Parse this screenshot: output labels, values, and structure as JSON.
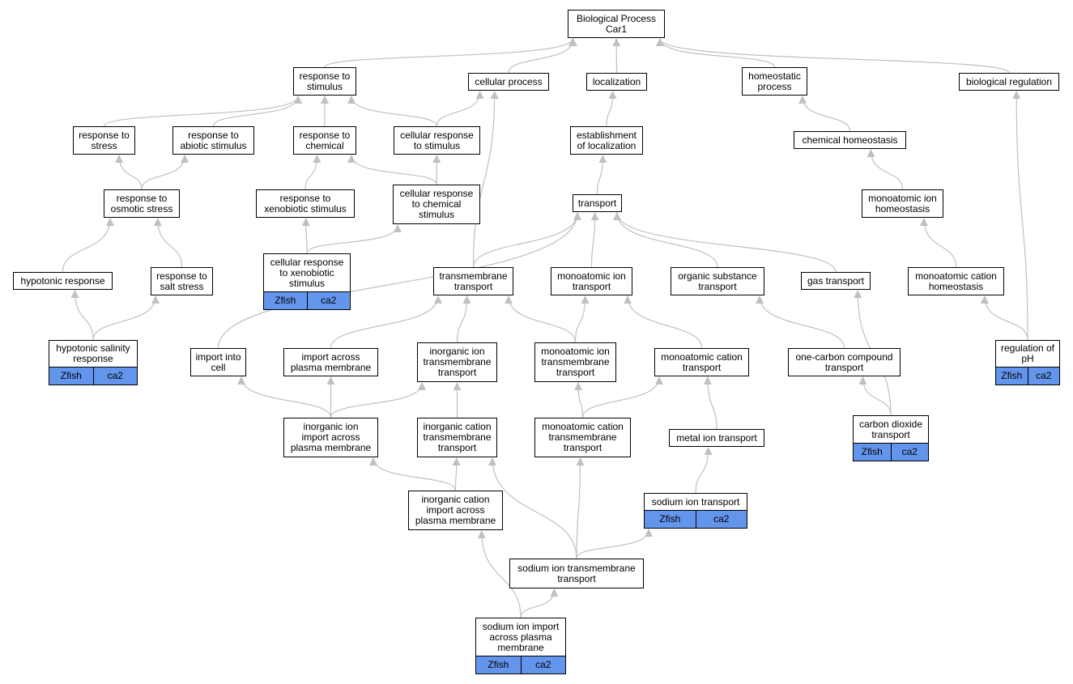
{
  "nodes": {
    "n_root": {
      "label": "Biological Process\nCar1",
      "tags": []
    },
    "n_resp_stim": {
      "label": "response to\nstimulus",
      "tags": []
    },
    "n_cell_proc": {
      "label": "cellular process",
      "tags": []
    },
    "n_localization": {
      "label": "localization",
      "tags": []
    },
    "n_homeostatic": {
      "label": "homeostatic\nprocess",
      "tags": []
    },
    "n_bio_reg": {
      "label": "biological regulation",
      "tags": []
    },
    "n_resp_stress": {
      "label": "response to\nstress",
      "tags": []
    },
    "n_resp_abiotic": {
      "label": "response to\nabiotic stimulus",
      "tags": []
    },
    "n_resp_chem": {
      "label": "response to\nchemical",
      "tags": []
    },
    "n_cell_resp_stim": {
      "label": "cellular response\nto stimulus",
      "tags": []
    },
    "n_estab_loc": {
      "label": "establishment\nof localization",
      "tags": []
    },
    "n_chem_homeo": {
      "label": "chemical homeostasis",
      "tags": []
    },
    "n_resp_osmotic": {
      "label": "response to\nosmotic stress",
      "tags": []
    },
    "n_resp_xeno": {
      "label": "response to\nxenobiotic stimulus",
      "tags": []
    },
    "n_cell_resp_chem": {
      "label": "cellular response\nto chemical\nstimulus",
      "tags": []
    },
    "n_transport": {
      "label": "transport",
      "tags": []
    },
    "n_mono_ion_homeo": {
      "label": "monoatomic ion\nhomeostasis",
      "tags": []
    },
    "n_hypotonic": {
      "label": "hypotonic response",
      "tags": []
    },
    "n_resp_salt": {
      "label": "response to\nsalt stress",
      "tags": []
    },
    "n_cell_resp_xeno": {
      "label": "cellular response\nto xenobiotic\nstimulus",
      "tags": [
        "Zfish",
        "ca2"
      ]
    },
    "n_transmembrane": {
      "label": "transmembrane\ntransport",
      "tags": []
    },
    "n_mono_ion_trans": {
      "label": "monoatomic ion\ntransport",
      "tags": []
    },
    "n_org_subst": {
      "label": "organic substance\ntransport",
      "tags": []
    },
    "n_gas_trans": {
      "label": "gas transport",
      "tags": []
    },
    "n_mono_cat_homeo": {
      "label": "monoatomic cation\nhomeostasis",
      "tags": []
    },
    "n_hypo_salinity": {
      "label": "hypotonic salinity\nresponse",
      "tags": [
        "Zfish",
        "ca2"
      ]
    },
    "n_import_cell": {
      "label": "import into\ncell",
      "tags": []
    },
    "n_import_pm": {
      "label": "import across\nplasma membrane",
      "tags": []
    },
    "n_inorg_ion_tm": {
      "label": "inorganic ion\ntransmembrane\ntransport",
      "tags": []
    },
    "n_mono_ion_tm": {
      "label": "monoatomic ion\ntransmembrane\ntransport",
      "tags": []
    },
    "n_mono_cat_trans": {
      "label": "monoatomic cation\ntransport",
      "tags": []
    },
    "n_one_carbon": {
      "label": "one-carbon compound\ntransport",
      "tags": []
    },
    "n_reg_ph": {
      "label": "regulation of\npH",
      "tags": [
        "Zfish",
        "ca2"
      ]
    },
    "n_inorg_ion_import": {
      "label": "inorganic ion\nimport across\nplasma membrane",
      "tags": []
    },
    "n_inorg_cat_tm": {
      "label": "inorganic cation\ntransmembrane\ntransport",
      "tags": []
    },
    "n_mono_cat_tm": {
      "label": "monoatomic cation\ntransmembrane\ntransport",
      "tags": []
    },
    "n_metal_ion": {
      "label": "metal ion transport",
      "tags": []
    },
    "n_co2_trans": {
      "label": "carbon dioxide\ntransport",
      "tags": [
        "Zfish",
        "ca2"
      ]
    },
    "n_inorg_cat_import": {
      "label": "inorganic cation\nimport across\nplasma membrane",
      "tags": []
    },
    "n_sodium_ion": {
      "label": "sodium ion transport",
      "tags": [
        "Zfish",
        "ca2"
      ]
    },
    "n_sodium_tm": {
      "label": "sodium ion transmembrane\ntransport",
      "tags": []
    },
    "n_sodium_import": {
      "label": "sodium ion import\nacross plasma\nmembrane",
      "tags": [
        "Zfish",
        "ca2"
      ]
    }
  },
  "edges": [
    [
      "n_resp_stim",
      "n_root"
    ],
    [
      "n_cell_proc",
      "n_root"
    ],
    [
      "n_localization",
      "n_root"
    ],
    [
      "n_homeostatic",
      "n_root"
    ],
    [
      "n_bio_reg",
      "n_root"
    ],
    [
      "n_resp_stress",
      "n_resp_stim"
    ],
    [
      "n_resp_abiotic",
      "n_resp_stim"
    ],
    [
      "n_resp_chem",
      "n_resp_stim"
    ],
    [
      "n_cell_resp_stim",
      "n_resp_stim"
    ],
    [
      "n_cell_resp_stim",
      "n_cell_proc"
    ],
    [
      "n_estab_loc",
      "n_localization"
    ],
    [
      "n_chem_homeo",
      "n_homeostatic"
    ],
    [
      "n_resp_osmotic",
      "n_resp_stress"
    ],
    [
      "n_resp_osmotic",
      "n_resp_abiotic"
    ],
    [
      "n_resp_xeno",
      "n_resp_chem"
    ],
    [
      "n_cell_resp_chem",
      "n_resp_chem"
    ],
    [
      "n_cell_resp_chem",
      "n_cell_resp_stim"
    ],
    [
      "n_transport",
      "n_estab_loc"
    ],
    [
      "n_mono_ion_homeo",
      "n_chem_homeo"
    ],
    [
      "n_hypotonic",
      "n_resp_osmotic"
    ],
    [
      "n_resp_salt",
      "n_resp_osmotic"
    ],
    [
      "n_cell_resp_xeno",
      "n_resp_xeno"
    ],
    [
      "n_cell_resp_xeno",
      "n_cell_resp_chem"
    ],
    [
      "n_transmembrane",
      "n_transport"
    ],
    [
      "n_transmembrane",
      "n_cell_proc"
    ],
    [
      "n_mono_ion_trans",
      "n_transport"
    ],
    [
      "n_org_subst",
      "n_transport"
    ],
    [
      "n_gas_trans",
      "n_transport"
    ],
    [
      "n_import_cell",
      "n_transport"
    ],
    [
      "n_mono_cat_homeo",
      "n_mono_ion_homeo"
    ],
    [
      "n_hypo_salinity",
      "n_hypotonic"
    ],
    [
      "n_hypo_salinity",
      "n_resp_salt"
    ],
    [
      "n_import_pm",
      "n_transmembrane"
    ],
    [
      "n_inorg_ion_tm",
      "n_transmembrane"
    ],
    [
      "n_mono_ion_tm",
      "n_transmembrane"
    ],
    [
      "n_mono_ion_tm",
      "n_mono_ion_trans"
    ],
    [
      "n_mono_cat_trans",
      "n_mono_ion_trans"
    ],
    [
      "n_one_carbon",
      "n_org_subst"
    ],
    [
      "n_reg_ph",
      "n_mono_cat_homeo"
    ],
    [
      "n_reg_ph",
      "n_bio_reg"
    ],
    [
      "n_inorg_ion_import",
      "n_import_cell"
    ],
    [
      "n_inorg_ion_import",
      "n_import_pm"
    ],
    [
      "n_inorg_ion_import",
      "n_inorg_ion_tm"
    ],
    [
      "n_inorg_cat_tm",
      "n_inorg_ion_tm"
    ],
    [
      "n_mono_cat_tm",
      "n_mono_ion_tm"
    ],
    [
      "n_mono_cat_tm",
      "n_mono_cat_trans"
    ],
    [
      "n_metal_ion",
      "n_mono_cat_trans"
    ],
    [
      "n_co2_trans",
      "n_one_carbon"
    ],
    [
      "n_co2_trans",
      "n_gas_trans"
    ],
    [
      "n_inorg_cat_import",
      "n_inorg_ion_import"
    ],
    [
      "n_inorg_cat_import",
      "n_inorg_cat_tm"
    ],
    [
      "n_sodium_ion",
      "n_metal_ion"
    ],
    [
      "n_sodium_tm",
      "n_inorg_cat_tm"
    ],
    [
      "n_sodium_tm",
      "n_mono_cat_tm"
    ],
    [
      "n_sodium_tm",
      "n_sodium_ion"
    ],
    [
      "n_sodium_import",
      "n_inorg_cat_import"
    ],
    [
      "n_sodium_import",
      "n_sodium_tm"
    ]
  ],
  "colors": {
    "edge": "#c0c0c0",
    "tag_fill": "#6495ed",
    "border": "#000000"
  }
}
